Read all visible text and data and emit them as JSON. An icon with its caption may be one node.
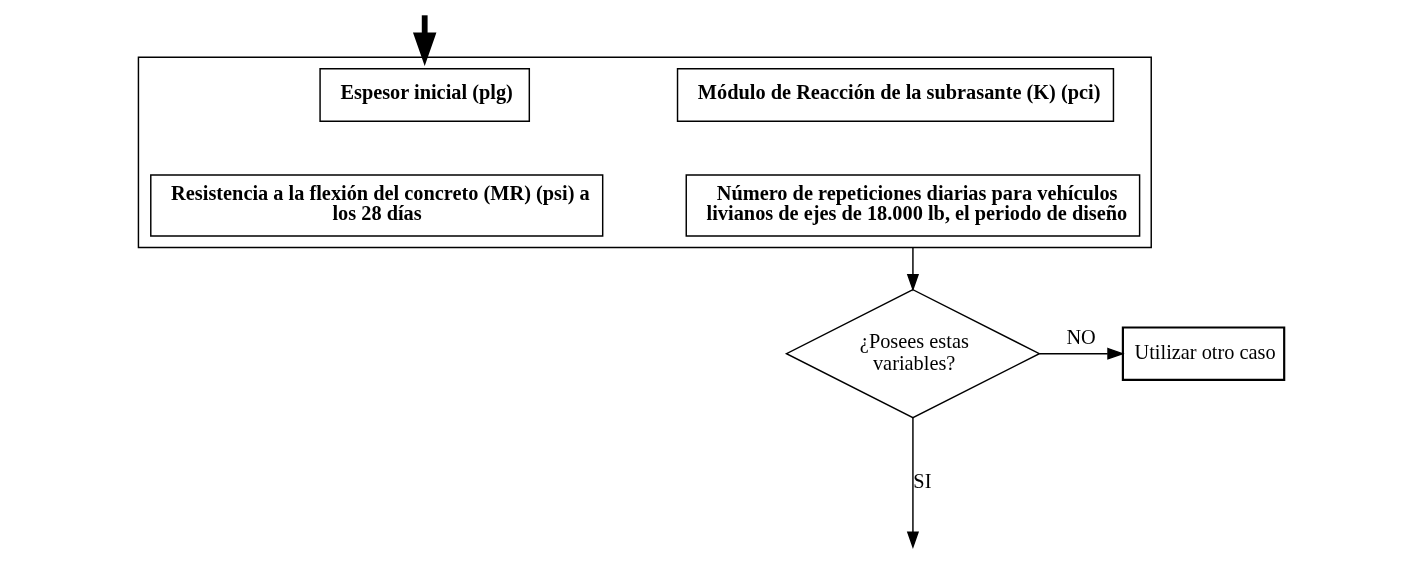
{
  "diagram": {
    "nodes": [
      {
        "text": [],
        "shape": "box"
      },
      {
        "text": [
          "Espesor inicial (plg)"
        ],
        "in": 0
      },
      {
        "text": [
          "Módulo de Reacción de la subrasante (K) (pci)"
        ],
        "in": 0
      },
      {
        "text": [
          "Resistencia a la flexión del concreto (MR) (psi) a los 28 días"
        ],
        "in": 0
      },
      {
        "text": [
          "Número de repeticiones diarias para vehículos livianos de ejes de 18.000 lb, el periodo de diseño"
        ],
        "in": 0
      },
      {
        "text": [
          "¿Posees estas variables?"
        ]
      },
      {
        "text": [
          "Utilizar otro caso"
        ]
      }
    ],
    "edges": [
      {
        "from": null,
        "to": 0,
        "arrow": "to",
        "style": "thick"
      },
      {
        "from": 0,
        "to": 5,
        "arrow": "to"
      },
      {
        "from": 5,
        "to": 6,
        "arrow": "to",
        "label": "NO"
      },
      {
        "from": 5,
        "to": null,
        "arrow": "to",
        "label": "SI"
      }
    ]
  }
}
